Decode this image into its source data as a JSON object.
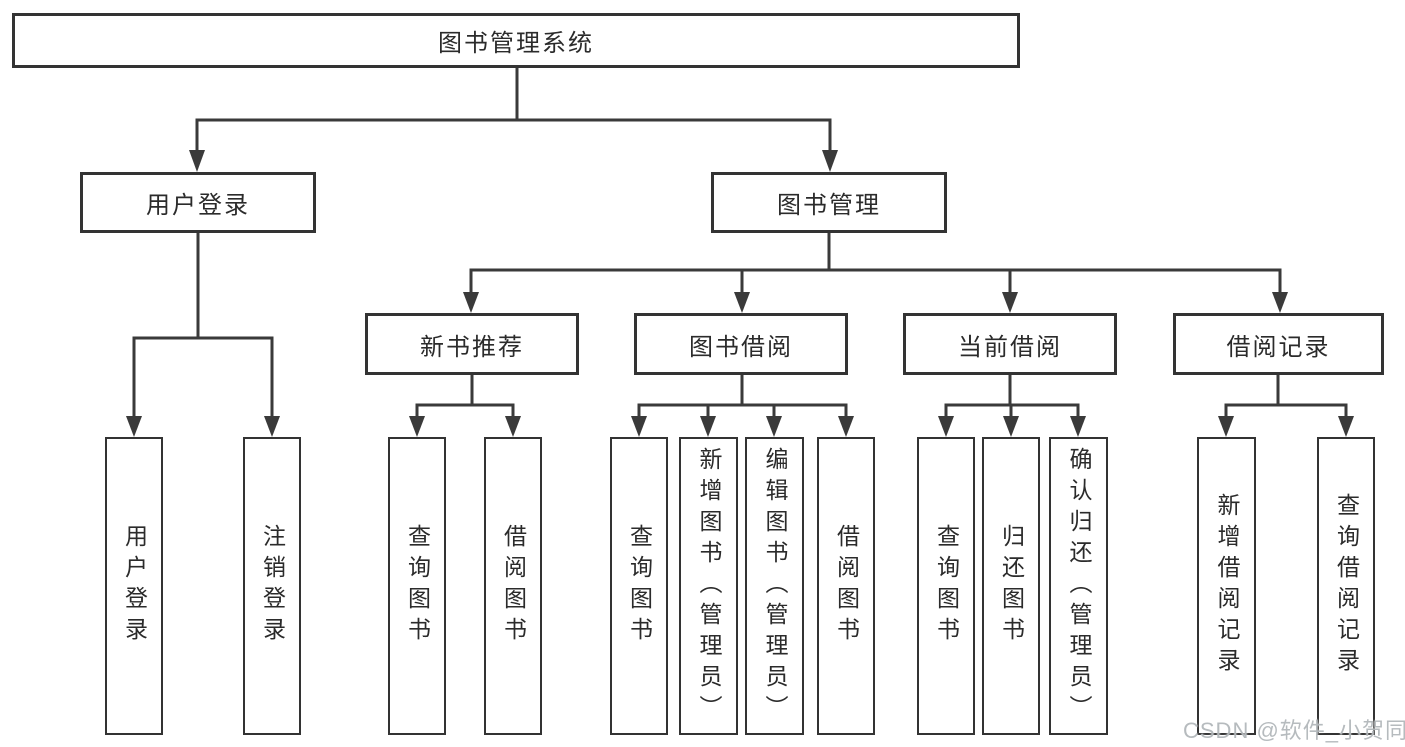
{
  "diagram": {
    "title": "图书管理系统",
    "root": {
      "label": "图书管理系统"
    },
    "level2": [
      {
        "id": "user-login",
        "label": "用户登录"
      },
      {
        "id": "book-management",
        "label": "图书管理"
      }
    ],
    "level3": [
      {
        "id": "new-book-recommend",
        "label": "新书推荐"
      },
      {
        "id": "book-borrow",
        "label": "图书借阅"
      },
      {
        "id": "current-borrow",
        "label": "当前借阅"
      },
      {
        "id": "borrow-record",
        "label": "借阅记录"
      }
    ],
    "leaves": {
      "user_login": [
        "用户登录",
        "注销登录"
      ],
      "new_book_recommend": [
        "查询图书",
        "借阅图书"
      ],
      "book_borrow": [
        "查询图书",
        "新增图书（管理员）",
        "编辑图书（管理员）",
        "借阅图书"
      ],
      "current_borrow": [
        "查询图书",
        "归还图书",
        "确认归还（管理员）"
      ],
      "borrow_record": [
        "新增借阅记录",
        "查询借阅记录"
      ]
    }
  },
  "watermark": "CSDN @软件_小贺同学",
  "colors": {
    "background": "#ffffff",
    "box_border": "#333333",
    "connector_line": "#3a3a3a",
    "text": "#2b2b2b",
    "watermark_text": "#b0b5b8"
  }
}
